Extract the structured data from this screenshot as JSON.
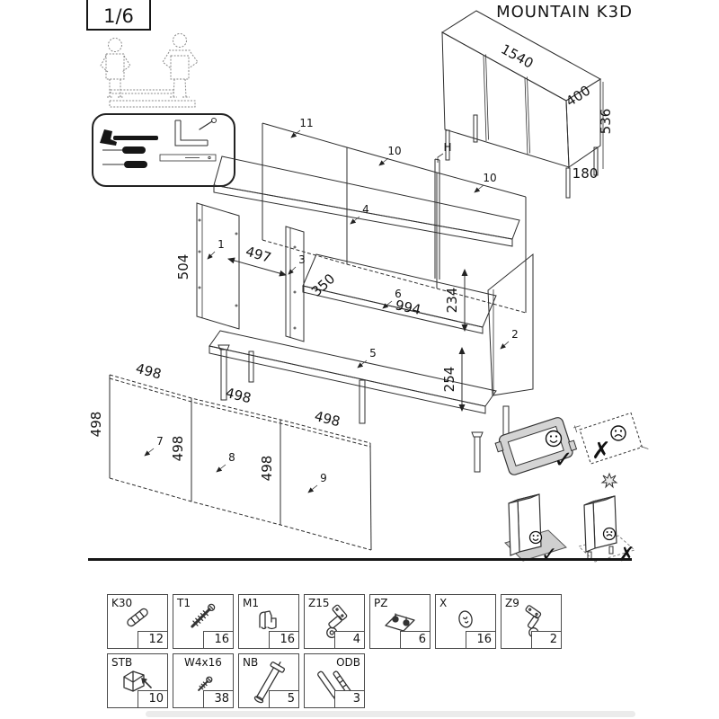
{
  "page": {
    "number": "1/6",
    "title": "MOUNTAIN K3D"
  },
  "product": {
    "width": "1540",
    "depth": "400",
    "height": "536",
    "leg_height": "180"
  },
  "exploded": {
    "parts": {
      "p1": "1",
      "p2": "2",
      "p3": "3",
      "p4": "4",
      "p5": "5",
      "p6": "6",
      "p7": "7",
      "p8": "8",
      "p9": "9",
      "p10a": "10",
      "p10b": "10",
      "p11": "11"
    },
    "connector": "H",
    "dims": {
      "side_height": "504",
      "inner_width": "497",
      "shelf_depth": "350",
      "shelf_width": "994",
      "upper_section": "234",
      "lower_section": "254",
      "door_size": "498"
    }
  },
  "warnings": {
    "check": "✓",
    "cross": "✗"
  },
  "hardware": {
    "row1": [
      {
        "code": "K30",
        "qty": "12",
        "icon": "dowel-icon"
      },
      {
        "code": "T1",
        "qty": "16",
        "icon": "confirmat-screw-icon"
      },
      {
        "code": "M1",
        "qty": "16",
        "icon": "cam-fitting-icon"
      },
      {
        "code": "Z15",
        "qty": "4",
        "icon": "hinge-icon"
      },
      {
        "code": "PZ",
        "qty": "6",
        "icon": "hinge-plate-icon"
      },
      {
        "code": "X",
        "qty": "16",
        "icon": "cover-cap-icon"
      },
      {
        "code": "Z9",
        "qty": "2",
        "icon": "hinge-icon"
      }
    ],
    "row2": [
      {
        "code": "STB",
        "qty": "10",
        "icon": "corner-bracket-icon"
      },
      {
        "code": "W4x16",
        "qty": "38",
        "icon": "wood-screw-icon"
      },
      {
        "code": "NB",
        "qty": "5",
        "icon": "leg-icon"
      },
      {
        "code": "ODB",
        "qty": "3",
        "icon": "legs-icon"
      }
    ]
  }
}
